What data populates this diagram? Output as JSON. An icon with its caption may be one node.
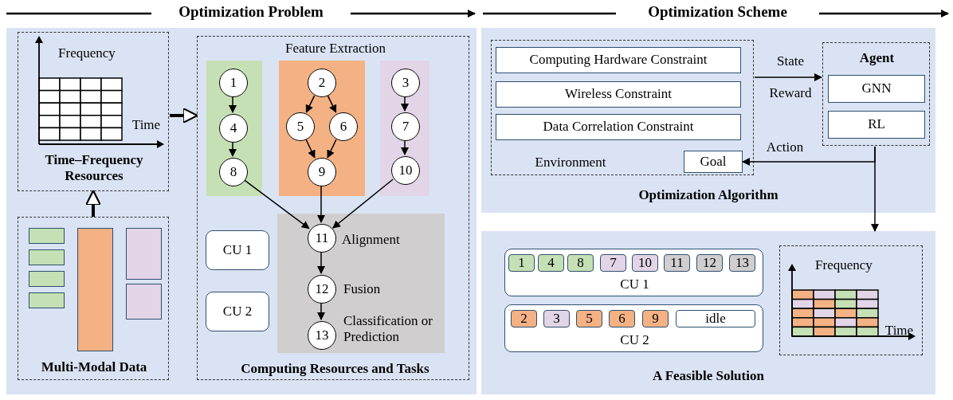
{
  "diagram": {
    "nodes": [
      {
        "text": [
          "Time–Frequency Resources"
        ]
      },
      {
        "text": [
          "Frequency",
          "Time"
        ],
        "in": 0
      },
      {
        "text": [
          "Multi-Modal Data"
        ]
      },
      {
        "text": [],
        "shape": "box",
        "in": 2
      },
      {
        "text": [],
        "shape": "box",
        "in": 2
      },
      {
        "text": [],
        "shape": "box",
        "in": 2
      },
      {
        "text": [],
        "shape": "box",
        "in": 2
      },
      {
        "text": [],
        "shape": "box",
        "in": 2
      },
      {
        "text": [],
        "shape": "box",
        "in": 2
      },
      {
        "text": [],
        "shape": "box",
        "in": 2
      },
      {
        "text": [
          "Feature Extraction",
          "Computing Resources and Tasks"
        ]
      },
      {
        "text": [],
        "shape": "box",
        "in": 10
      },
      {
        "text": [
          "1"
        ],
        "in": 11
      },
      {
        "text": [
          "4"
        ],
        "in": 11
      },
      {
        "text": [
          "8"
        ],
        "in": 11
      },
      {
        "text": [],
        "shape": "box",
        "in": 10
      },
      {
        "text": [
          "2"
        ],
        "in": 15
      },
      {
        "text": [
          "5"
        ],
        "in": 15
      },
      {
        "text": [
          "6"
        ],
        "in": 15
      },
      {
        "text": [
          "9"
        ],
        "in": 15
      },
      {
        "text": [],
        "shape": "box",
        "in": 10
      },
      {
        "text": [
          "3"
        ],
        "in": 20
      },
      {
        "text": [
          "7"
        ],
        "in": 20
      },
      {
        "text": [
          "10"
        ],
        "in": 20
      },
      {
        "text": [],
        "shape": "box",
        "in": 10
      },
      {
        "text": [
          "11"
        ],
        "in": 24,
        "beside": [
          "Alignment"
        ]
      },
      {
        "text": [
          "12"
        ],
        "in": 24,
        "beside": [
          "Fusion"
        ]
      },
      {
        "text": [
          "13"
        ],
        "in": 24,
        "beside": [
          "Classification or Prediction"
        ]
      },
      {
        "text": [
          "CU 1"
        ],
        "in": 10
      },
      {
        "text": [
          "CU 2"
        ],
        "in": 10
      },
      {
        "text": [
          "Optimization Algorithm"
        ]
      },
      {
        "text": [
          "Environment"
        ],
        "in": 30
      },
      {
        "text": [
          "Computing Hardware Constraint"
        ],
        "in": 31
      },
      {
        "text": [
          "Wireless Constraint"
        ],
        "in": 31
      },
      {
        "text": [
          "Data Correlation Constraint"
        ],
        "in": 31
      },
      {
        "text": [
          "Goal"
        ],
        "in": 31
      },
      {
        "text": [
          "Agent"
        ],
        "in": 30
      },
      {
        "text": [
          "GNN"
        ],
        "in": 36
      },
      {
        "text": [
          "RL"
        ],
        "in": 36
      },
      {
        "text": [
          "A Feasible Solution"
        ]
      },
      {
        "text": [
          "CU 1"
        ],
        "in": 39
      },
      {
        "text": [
          "1"
        ],
        "in": 40
      },
      {
        "text": [
          "4"
        ],
        "in": 40
      },
      {
        "text": [
          "8"
        ],
        "in": 40
      },
      {
        "text": [
          "7"
        ],
        "in": 40
      },
      {
        "text": [
          "10"
        ],
        "in": 40
      },
      {
        "text": [
          "11"
        ],
        "in": 40
      },
      {
        "text": [
          "12"
        ],
        "in": 40
      },
      {
        "text": [
          "13"
        ],
        "in": 40
      },
      {
        "text": [
          "CU 2"
        ],
        "in": 39
      },
      {
        "text": [
          "2"
        ],
        "in": 49
      },
      {
        "text": [
          "3"
        ],
        "in": 49
      },
      {
        "text": [
          "5"
        ],
        "in": 49
      },
      {
        "text": [
          "6"
        ],
        "in": 49
      },
      {
        "text": [
          "9"
        ],
        "in": 49
      },
      {
        "text": [
          "idle"
        ],
        "in": 49
      },
      {
        "text": [
          "Frequency",
          "Time"
        ],
        "in": 39
      }
    ],
    "edges": [
      {
        "from": 2,
        "to": 0,
        "arrow": "to",
        "style": "thick"
      },
      {
        "from": 0,
        "to": 10,
        "arrow": "to",
        "style": "thick"
      },
      {
        "from": 12,
        "to": 13,
        "arrow": "to"
      },
      {
        "from": 13,
        "to": 14,
        "arrow": "to"
      },
      {
        "from": 16,
        "to": 17,
        "arrow": "to"
      },
      {
        "from": 16,
        "to": 18,
        "arrow": "to"
      },
      {
        "from": 17,
        "to": 19,
        "arrow": "to"
      },
      {
        "from": 18,
        "to": 19,
        "arrow": "to"
      },
      {
        "from": 21,
        "to": 22,
        "arrow": "to"
      },
      {
        "from": 22,
        "to": 23,
        "arrow": "to"
      },
      {
        "from": 14,
        "to": 25,
        "arrow": "to"
      },
      {
        "from": 19,
        "to": 25,
        "arrow": "to"
      },
      {
        "from": 23,
        "to": 25,
        "arrow": "to"
      },
      {
        "from": 25,
        "to": 26,
        "arrow": "to"
      },
      {
        "from": 26,
        "to": 27,
        "arrow": "to"
      },
      {
        "from": 31,
        "to": 36,
        "arrow": "to",
        "label": "State Reward"
      },
      {
        "from": 36,
        "to": 35,
        "arrow": "to",
        "label": "Action"
      },
      {
        "from": 36,
        "to": 39,
        "arrow": "to"
      }
    ],
    "labels": [
      "Optimization Problem",
      "Optimization Scheme"
    ]
  }
}
